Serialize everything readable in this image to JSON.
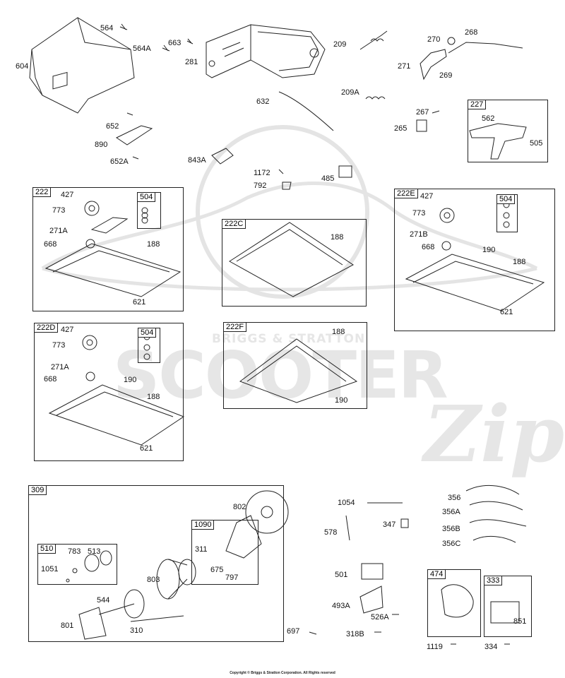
{
  "watermark": {
    "top_text": "BRIGGS & STRATTON",
    "main_text": "SCOOTER",
    "script_text": "Zip"
  },
  "copyright": "Copyright © Briggs & Stratton Corporation. All Rights reserved",
  "groups": {
    "g222": {
      "tag": "222",
      "parts": [
        "427",
        "773",
        "271A",
        "668",
        "188",
        "621"
      ],
      "sub": {
        "tag": "504"
      }
    },
    "g222C": {
      "tag": "222C",
      "parts": [
        "188"
      ]
    },
    "g222E": {
      "tag": "222E",
      "parts": [
        "427",
        "773",
        "271B",
        "668",
        "190",
        "188",
        "621"
      ],
      "sub": {
        "tag": "504"
      }
    },
    "g222D": {
      "tag": "222D",
      "parts": [
        "427",
        "773",
        "271A",
        "668",
        "190",
        "188",
        "621"
      ],
      "sub": {
        "tag": "504"
      }
    },
    "g222F": {
      "tag": "222F",
      "parts": [
        "188",
        "190"
      ]
    },
    "g309": {
      "tag": "309",
      "parts": [
        "802",
        "803",
        "544",
        "801",
        "310"
      ],
      "sub510": {
        "tag": "510",
        "parts": [
          "783",
          "513",
          "1051"
        ]
      },
      "sub1090": {
        "tag": "1090",
        "parts": [
          "311",
          "675",
          "797"
        ]
      }
    },
    "g227": {
      "tag": "227",
      "parts": [
        "562",
        "505"
      ]
    },
    "g474": {
      "tag": "474"
    },
    "g333": {
      "tag": "333",
      "parts": [
        "851"
      ]
    }
  },
  "loose_parts": [
    "564",
    "564A",
    "604",
    "663",
    "281",
    "209",
    "270",
    "268",
    "271",
    "269",
    "209A",
    "632",
    "267",
    "265",
    "652",
    "890",
    "652A",
    "843A",
    "1172",
    "792",
    "485",
    "1054",
    "578",
    "347",
    "356",
    "356A",
    "356B",
    "356C",
    "501",
    "493A",
    "526A",
    "697",
    "318B",
    "1119",
    "334"
  ]
}
